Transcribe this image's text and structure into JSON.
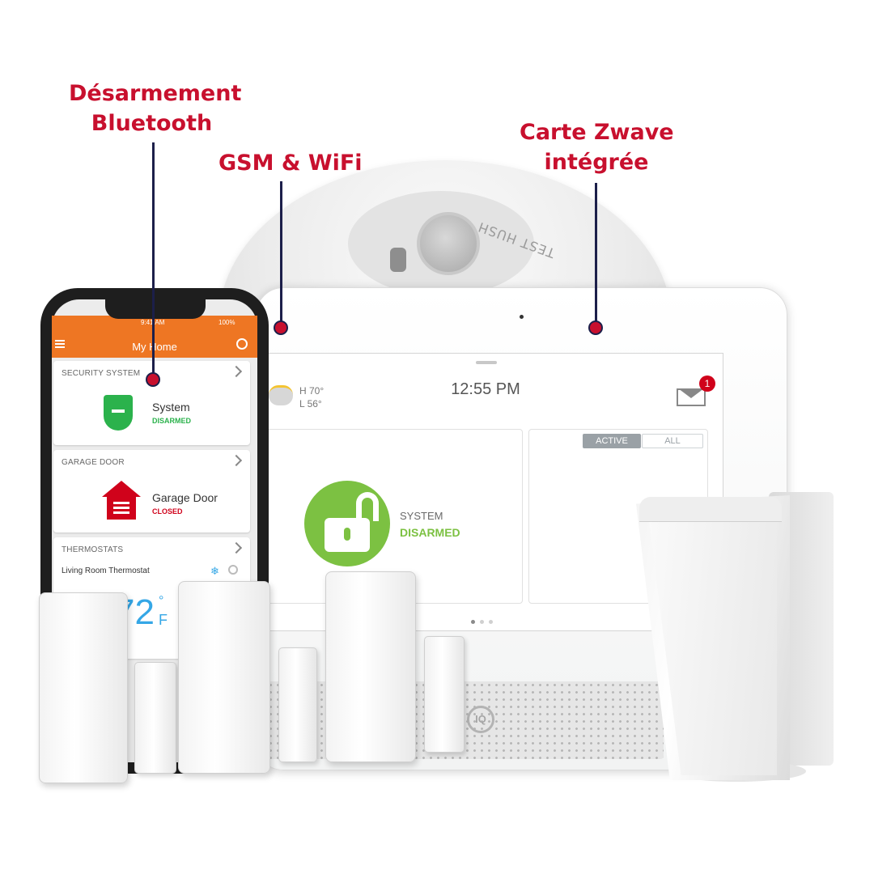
{
  "callouts": {
    "bluetooth": {
      "line1": "Désarmement",
      "line2": "Bluetooth"
    },
    "gsm": {
      "text": "GSM & WiFi"
    },
    "zwave": {
      "line1": "Carte Zwave",
      "line2": "intégrée"
    }
  },
  "colors": {
    "callout_text": "#c8102e",
    "callout_line": "#1c1f4a",
    "app_bar": "#ee7623",
    "disarmed_green": "#7cc142"
  },
  "detector": {
    "label": "TEST HUSH"
  },
  "panel": {
    "weather": {
      "high": "H 70°",
      "low": "L 56°",
      "icon": "partly-cloudy-icon"
    },
    "time": "12:55 PM",
    "mail_badge": "1",
    "tabs": {
      "active": "ACTIVE",
      "all": "ALL"
    },
    "status": {
      "label": "SYSTEM",
      "state": "DISARMED"
    },
    "logo": "IQ"
  },
  "phone": {
    "status_time": "9:41 AM",
    "battery": "100%",
    "title": "My Home",
    "security": {
      "header": "SECURITY SYSTEM",
      "name": "System",
      "state": "DISARMED"
    },
    "garage": {
      "header": "GARAGE DOOR",
      "name": "Garage Door",
      "state": "CLOSED"
    },
    "thermostats": {
      "header": "THERMOSTATS",
      "name": "Living Room Thermostat",
      "temp": "72",
      "degree": "°",
      "unit": "F"
    }
  }
}
